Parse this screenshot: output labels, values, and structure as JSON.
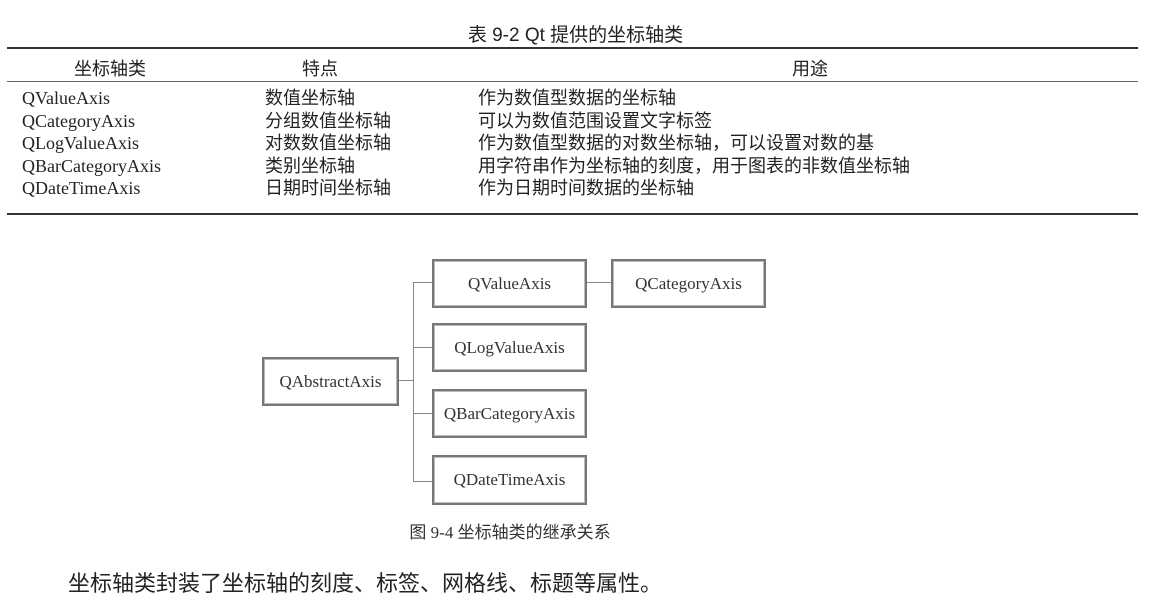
{
  "table": {
    "title": "表 9-2   Qt 提供的坐标轴类",
    "headers": [
      "坐标轴类",
      "特点",
      "用途"
    ],
    "rows": [
      [
        "QValueAxis",
        "数值坐标轴",
        "作为数值型数据的坐标轴"
      ],
      [
        "QCategoryAxis",
        "分组数值坐标轴",
        "可以为数值范围设置文字标签"
      ],
      [
        "QLogValueAxis",
        "对数数值坐标轴",
        "作为数值型数据的对数坐标轴，可以设置对数的基"
      ],
      [
        "QBarCategoryAxis",
        "类别坐标轴",
        "用字符串作为坐标轴的刻度，用于图表的非数值坐标轴"
      ],
      [
        "QDateTimeAxis",
        "日期时间坐标轴",
        "作为日期时间数据的坐标轴"
      ]
    ]
  },
  "diagram": {
    "root": "QAbstractAxis",
    "children": [
      "QValueAxis",
      "QLogValueAxis",
      "QBarCategoryAxis",
      "QDateTimeAxis"
    ],
    "grandchild": "QCategoryAxis",
    "caption": "图 9-4    坐标轴类的继承关系"
  },
  "paragraph": "坐标轴类封装了坐标轴的刻度、标签、网格线、标题等属性。"
}
